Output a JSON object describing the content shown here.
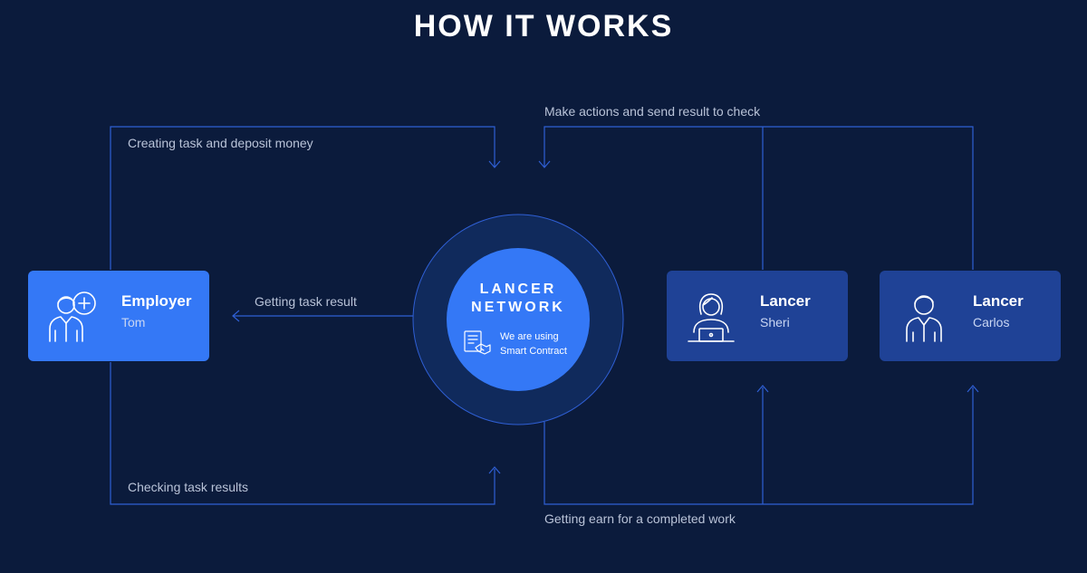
{
  "title": "HOW IT WORKS",
  "core": {
    "line1": "LANCER",
    "line2": "NETWORK",
    "badge_line1": "We are using",
    "badge_line2": "Smart Contract",
    "badge_icon": "smart-contract-icon"
  },
  "nodes": {
    "employer": {
      "role": "Employer",
      "name": "Tom",
      "icon": "employer-add-user-icon",
      "color": "#3478f6"
    },
    "lancer_sheri": {
      "role": "Lancer",
      "name": "Sheri",
      "icon": "woman-laptop-icon",
      "color": "#1f4296"
    },
    "lancer_carlos": {
      "role": "Lancer",
      "name": "Carlos",
      "icon": "man-user-icon",
      "color": "#1f4296"
    }
  },
  "flows": {
    "create_task": "Creating task and deposit money",
    "send_result": "Make actions and send result to check",
    "get_result": "Getting task result",
    "check_results": "Checking task results",
    "get_earn": "Getting earn for a completed work"
  },
  "colors": {
    "background": "#0b1b3c",
    "line": "#2f5fd4",
    "core_ring": "#102a5c",
    "core_center": "#3478f6"
  }
}
